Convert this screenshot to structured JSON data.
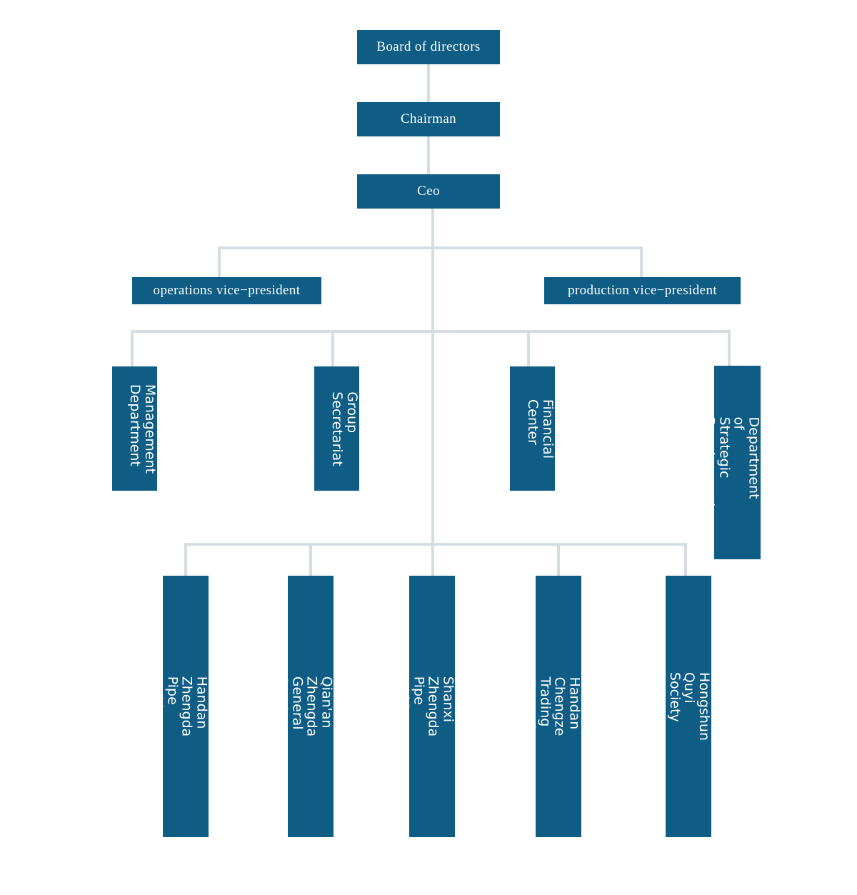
{
  "chart_data": {
    "type": "diagram",
    "diagram_type": "organizational-chart",
    "title": "",
    "colors": {
      "node_fill": "#0f5c84",
      "node_text": "#ffffff",
      "connector": "#d3dde2",
      "background": "#ffffff"
    },
    "levels": [
      {
        "level": 1,
        "nodes": [
          "Board of directors"
        ]
      },
      {
        "level": 2,
        "nodes": [
          "Chairman"
        ]
      },
      {
        "level": 3,
        "nodes": [
          "Ceo"
        ]
      },
      {
        "level": 4,
        "nodes": [
          "operations vice−president",
          "production vice−president"
        ]
      },
      {
        "level": 5,
        "nodes": [
          "Management Department",
          "Group Secretariat",
          "Financial Center",
          "Department of Strategic Development"
        ]
      },
      {
        "level": 6,
        "nodes": [
          "Handan Zhengda Pipe Making Co., Ltd.",
          "Qian'an Zhengda General Steel Pipe Co., Ltd.",
          "Shanxi Zhengda Pipe Making Co., Ltd.",
          "Handan Chengze Trading Co., Ltd.",
          "Hongshun Quyi Society"
        ]
      }
    ],
    "edges": [
      {
        "from": "Board of directors",
        "to": "Chairman"
      },
      {
        "from": "Chairman",
        "to": "Ceo"
      },
      {
        "from": "Ceo",
        "to": "operations vice−president"
      },
      {
        "from": "Ceo",
        "to": "production vice−president"
      },
      {
        "from": "Ceo",
        "to": "Management Department"
      },
      {
        "from": "Ceo",
        "to": "Group Secretariat"
      },
      {
        "from": "Ceo",
        "to": "Financial Center"
      },
      {
        "from": "Ceo",
        "to": "Department of Strategic Development"
      },
      {
        "from": "Ceo",
        "to": "Handan Zhengda Pipe Making Co., Ltd."
      },
      {
        "from": "Ceo",
        "to": "Qian'an Zhengda General Steel Pipe Co., Ltd."
      },
      {
        "from": "Ceo",
        "to": "Shanxi Zhengda Pipe Making Co., Ltd."
      },
      {
        "from": "Ceo",
        "to": "Handan Chengze Trading Co., Ltd."
      },
      {
        "from": "Ceo",
        "to": "Hongshun Quyi Society"
      }
    ]
  },
  "nodes": {
    "board": {
      "label": "Board of directors"
    },
    "chairman": {
      "label": "Chairman"
    },
    "ceo": {
      "label": "Ceo"
    },
    "operations_vp": {
      "label": "operations vice−president"
    },
    "production_vp": {
      "label": "production vice−president"
    },
    "management_department": {
      "label": "Management\nDepartment"
    },
    "group_secretariat": {
      "label": "Group Secretariat"
    },
    "financial_center": {
      "label": "Financial Center"
    },
    "strategic_development": {
      "label": "Department of\nStrategic Development"
    },
    "handan_zhengda": {
      "label": "Handan Zhengda Pipe Making\nCo., Ltd."
    },
    "qianan_zhengda": {
      "label": "Qian'an Zhengda General Steel\nPipe Co., Ltd."
    },
    "shanxi_zhengda": {
      "label": "Shanxi Zhengda Pipe Making\nCo., Ltd."
    },
    "handan_chengze": {
      "label": "Handan Chengze Trading Co., Ltd."
    },
    "hongshun_quyi": {
      "label": "Hongshun Quyi Society"
    }
  }
}
